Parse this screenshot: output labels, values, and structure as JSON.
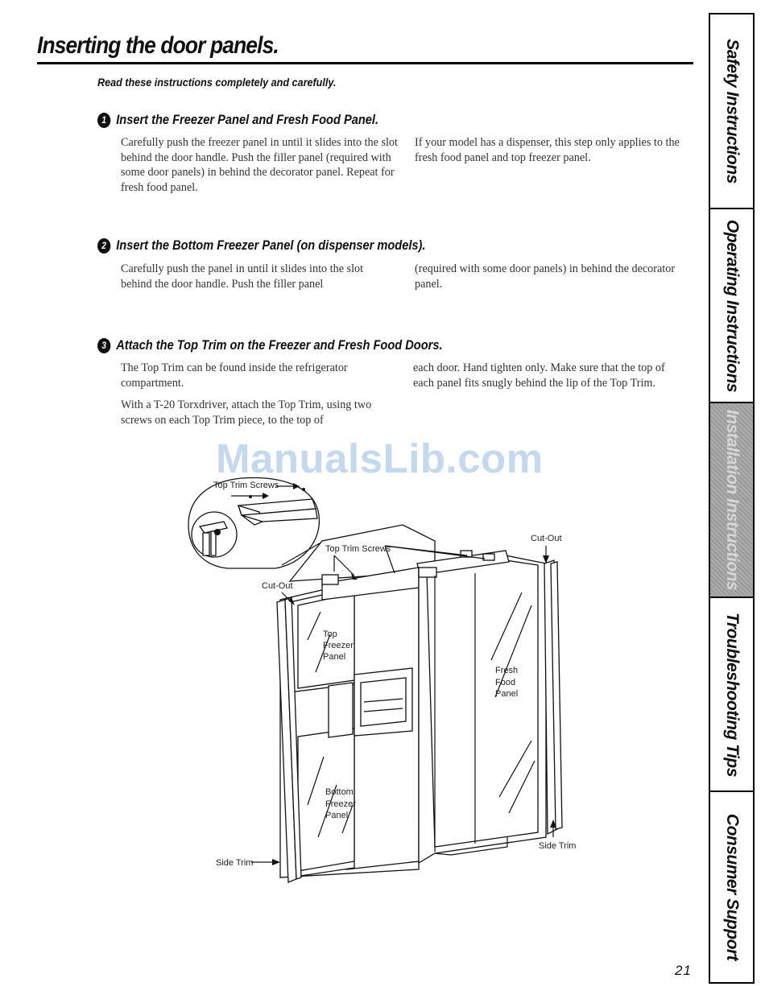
{
  "page": {
    "title": "Inserting the door panels.",
    "lead": "Read these instructions completely and carefully.",
    "page_number": "21"
  },
  "steps": [
    {
      "number": "1",
      "heading": "Insert the Freezer Panel and Fresh Food Panel.",
      "left": [
        "Carefully push the freezer panel in until it slides into the slot behind the door handle. Push the filler panel (required with some door panels) in behind the decorator panel. Repeat for fresh food panel."
      ],
      "right": [
        "If your model has a dispenser, this step only applies to the fresh food panel and top freezer panel."
      ]
    },
    {
      "number": "2",
      "heading": "Insert the Bottom Freezer Panel (on dispenser models).",
      "left": [
        "Carefully push the panel in until it slides into the slot behind the door handle. Push the filler panel"
      ],
      "right": [
        "(required with some door panels) in behind the decorator panel."
      ]
    },
    {
      "number": "3",
      "heading": "Attach the Top Trim on the Freezer and Fresh Food Doors.",
      "left": [
        "The Top Trim can be found inside the refrigerator compartment.",
        "With a T-20 Torxdriver, attach the Top Trim, using two screws on each Top Trim piece, to the top of"
      ],
      "right": [
        "each door. Hand tighten only. Make sure that the top of each panel fits snugly behind the lip of the Top Trim."
      ]
    }
  ],
  "watermark": "ManualsLib.com",
  "diagram": {
    "inset_label": "Top Trim Screws",
    "top_trim_screws": "Top Trim Screws",
    "cutout_left": "Cut-Out",
    "cutout_right": "Cut-Out",
    "top_freezer": [
      "Top",
      "Freezer",
      "Panel"
    ],
    "fresh_food": [
      "Fresh",
      "Food",
      "Panel"
    ],
    "bottom_freezer": [
      "Bottom",
      "Freezer",
      "Panel"
    ],
    "side_trim_left": "Side Trim",
    "side_trim_right": "Side Trim"
  },
  "tabs": [
    {
      "label": "Safety Instructions",
      "active": false
    },
    {
      "label": "Operating Instructions",
      "active": false
    },
    {
      "label": "Installation Instructions",
      "active": true
    },
    {
      "label": "Troubleshooting Tips",
      "active": false
    },
    {
      "label": "Consumer Support",
      "active": false
    }
  ]
}
